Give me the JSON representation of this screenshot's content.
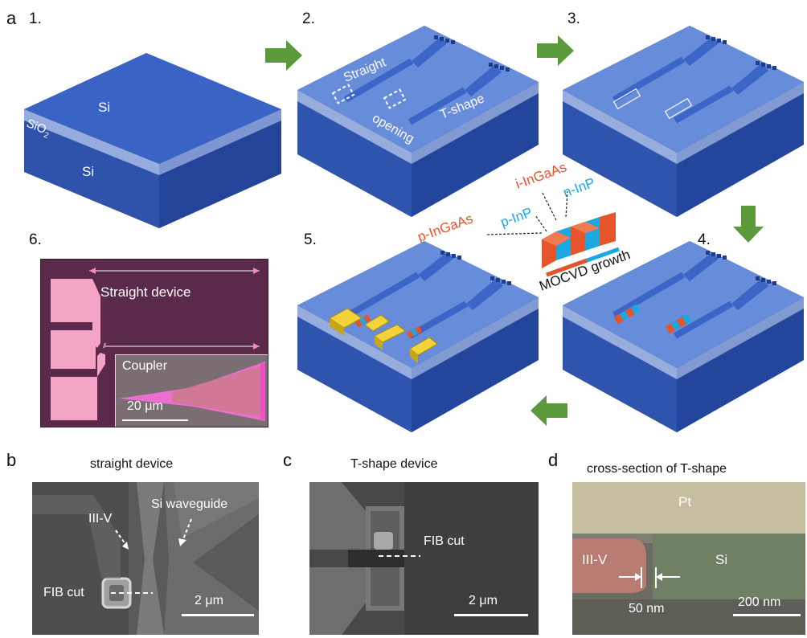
{
  "panel_labels": {
    "a": "a",
    "b": "b",
    "c": "c",
    "d": "d"
  },
  "steps": {
    "s1": "1.",
    "s2": "2.",
    "s3": "3.",
    "s4": "4.",
    "s5": "5.",
    "s6": "6."
  },
  "step1": {
    "si_top": "Si",
    "sio2": "SiO",
    "sio2_sub": "2",
    "si_bottom": "Si"
  },
  "step2": {
    "straight": "Straight",
    "tshape": "T-shape",
    "opening": "opening"
  },
  "layers": {
    "i_ingaas": "i-InGaAs",
    "n_inp": "n-InP",
    "p_inp": "p-InP",
    "p_ingaas": "p-InGaAs",
    "mocvd": "MOCVD growth"
  },
  "micrograph": {
    "straight_device": "Straight device",
    "coupler": "Coupler",
    "scale": "20 μm"
  },
  "panel_b": {
    "title": "straight device",
    "iii_v": "III-V",
    "si_waveguide": "Si waveguide",
    "fib_cut": "FIB cut",
    "scale": "2 μm"
  },
  "panel_c": {
    "title": "T-shape device",
    "fib_cut": "FIB cut",
    "scale": "2 μm"
  },
  "panel_d": {
    "title": "cross-section of T-shape",
    "pt": "Pt",
    "iii_v": "III-V",
    "si": "Si",
    "gap": "50 nm",
    "scale": "200 nm"
  },
  "colors": {
    "wafer_top": "#3a64c4",
    "wafer_side": "#2c4ea8",
    "oxide": "#9fb3e0",
    "arrow_green": "#5a9a3a",
    "layer_red": "#e5542a",
    "layer_cyan": "#1ba8e0",
    "gold": "#e8c21c",
    "micro_bg": "#5b2a4a",
    "pad_pink": "#f3a3c4"
  }
}
